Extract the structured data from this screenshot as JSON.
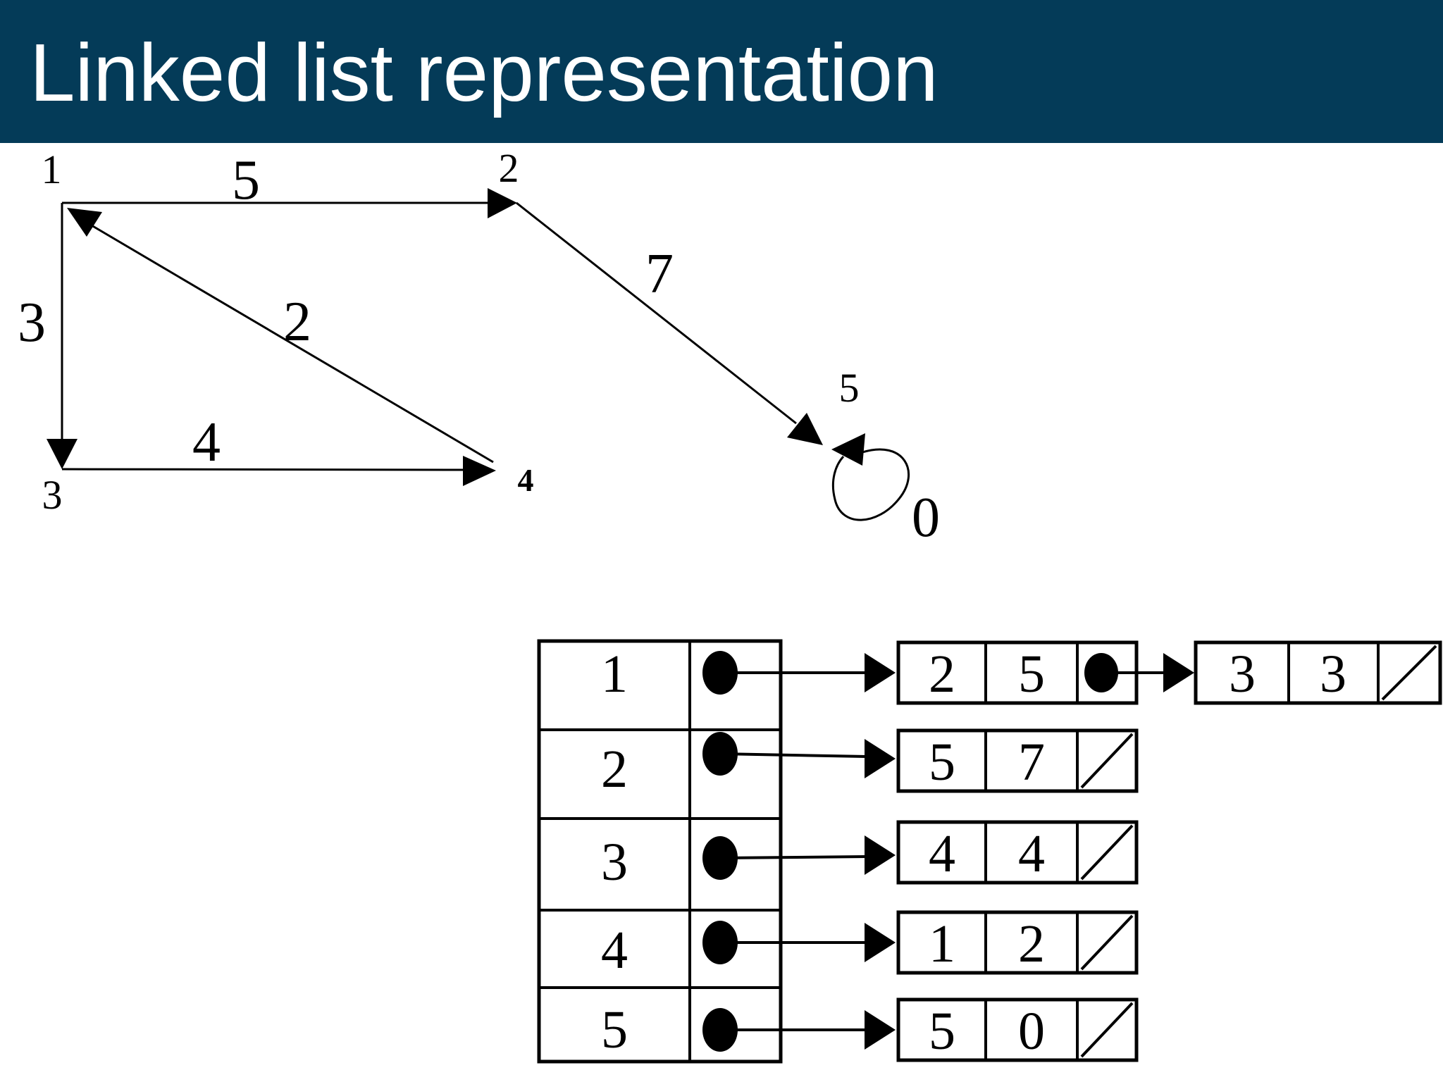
{
  "header": {
    "title": "Linked list representation",
    "bg_color": "#043b58",
    "text_color": "#ffffff"
  },
  "colors": {
    "ink": "#000000",
    "background": "#ffffff"
  },
  "graph": {
    "vertices": [
      {
        "id": "1",
        "label": "1"
      },
      {
        "id": "2",
        "label": "2"
      },
      {
        "id": "3",
        "label": "3"
      },
      {
        "id": "4",
        "label": "4"
      },
      {
        "id": "5",
        "label": "5"
      }
    ],
    "edges": [
      {
        "from": "1",
        "to": "2",
        "weight": "5"
      },
      {
        "from": "1",
        "to": "3",
        "weight": "3"
      },
      {
        "from": "3",
        "to": "4",
        "weight": "4"
      },
      {
        "from": "4",
        "to": "1",
        "weight": "2"
      },
      {
        "from": "2",
        "to": "5",
        "weight": "7"
      },
      {
        "from": "5",
        "to": "5",
        "weight": "0"
      }
    ]
  },
  "list": {
    "rows": [
      {
        "vertex": "1",
        "nodes": [
          {
            "v": "2",
            "w": "5",
            "next": "pointer"
          },
          {
            "v": "3",
            "w": "3",
            "next": "null"
          }
        ]
      },
      {
        "vertex": "2",
        "nodes": [
          {
            "v": "5",
            "w": "7",
            "next": "null"
          }
        ]
      },
      {
        "vertex": "3",
        "nodes": [
          {
            "v": "4",
            "w": "4",
            "next": "null"
          }
        ]
      },
      {
        "vertex": "4",
        "nodes": [
          {
            "v": "1",
            "w": "2",
            "next": "null"
          }
        ]
      },
      {
        "vertex": "5",
        "nodes": [
          {
            "v": "5",
            "w": "0",
            "next": "null"
          }
        ]
      }
    ]
  }
}
